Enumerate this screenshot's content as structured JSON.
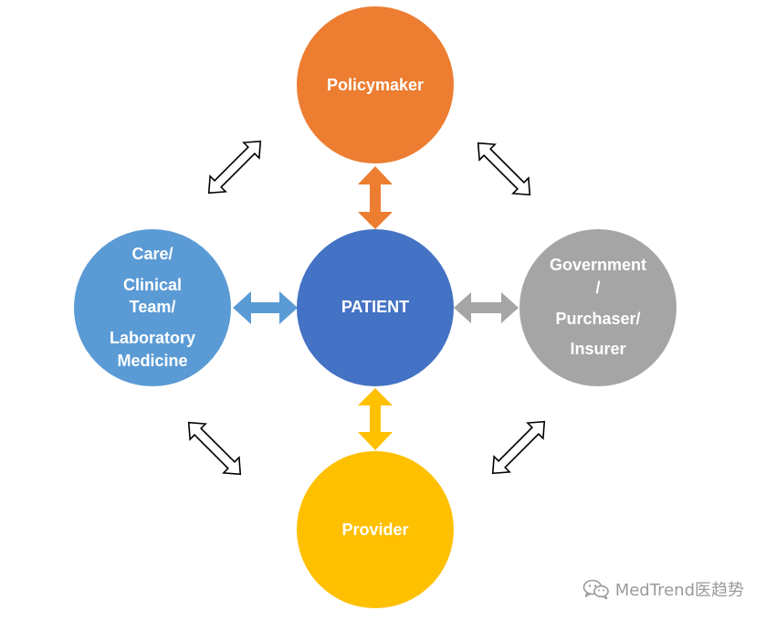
{
  "diagram": {
    "center": {
      "label": "PATIENT",
      "color": "#4472c4"
    },
    "top": {
      "label": "Policymaker",
      "color": "#ed7d31"
    },
    "left": {
      "lines": [
        "Care/",
        "Clinical",
        "Team/",
        "Laboratory",
        "Medicine"
      ],
      "color": "#5b9bd5"
    },
    "right": {
      "lines": [
        "Government",
        "/",
        "Purchaser/",
        "Insurer"
      ],
      "color": "#a5a5a5"
    },
    "bottom": {
      "label": "Provider",
      "color": "#ffc000"
    }
  },
  "watermark": {
    "text": "MedTrend医趋势",
    "icon": "wechat-icon",
    "color": "#9a9a9a"
  }
}
